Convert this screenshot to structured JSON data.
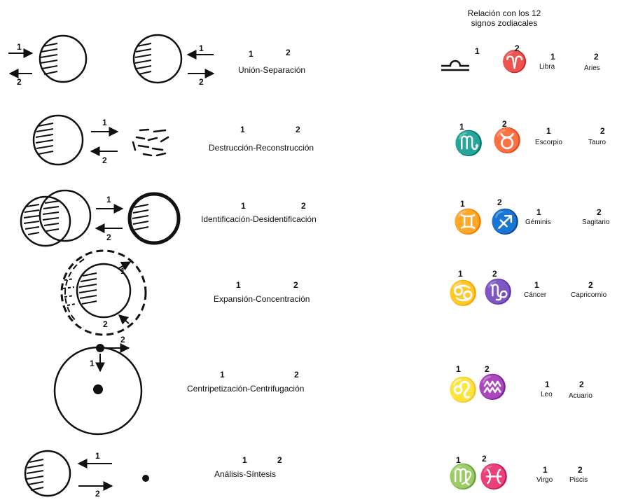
{
  "header": {
    "line1": "Relación con los 12",
    "line2": "signos zodiacales"
  },
  "rows": [
    {
      "concept": "Unión-Separación",
      "n1": "1",
      "n2": "2",
      "sign1": "Libra",
      "sign2": "Aries",
      "glyph1": "♎",
      "glyph2": "♈",
      "diagram": {
        "left_arrow_labels": [
          "1",
          "2"
        ],
        "right_arrow_labels": [
          "1",
          "2"
        ]
      }
    },
    {
      "concept": "Destrucción-Reconstrucción",
      "n1": "1",
      "n2": "2",
      "sign1": "Escorpio",
      "sign2": "Tauro",
      "glyph1": "♏",
      "glyph2": "♉",
      "diagram": {
        "arrow_labels": [
          "1",
          "2"
        ]
      }
    },
    {
      "concept": "Identificación-Desidentificación",
      "n1": "1",
      "n2": "2",
      "sign1": "Géminis",
      "sign2": "Sagitario",
      "glyph1": "♊",
      "glyph2": "♐",
      "diagram": {
        "arrow_labels": [
          "1",
          "2"
        ]
      }
    },
    {
      "concept": "Expansión-Concentración",
      "n1": "1",
      "n2": "2",
      "sign1": "Cáncer",
      "sign2": "Capricornio",
      "glyph1": "♋",
      "glyph2": "♑",
      "diagram": {
        "arrow_labels": [
          "1",
          "2"
        ]
      }
    },
    {
      "concept": "Centripetización-Centrifugación",
      "n1": "1",
      "n2": "2",
      "sign1": "Leo",
      "sign2": "Acuario",
      "glyph1": "♌",
      "glyph2": "♒",
      "diagram": {
        "arrow_labels": [
          "1",
          "2"
        ]
      }
    },
    {
      "concept": "Análisis-Síntesis",
      "n1": "1",
      "n2": "2",
      "sign1": "Virgo",
      "sign2": "Piscis",
      "glyph1": "♍",
      "glyph2": "♓",
      "diagram": {
        "arrow_labels": [
          "1",
          "2"
        ]
      }
    }
  ]
}
